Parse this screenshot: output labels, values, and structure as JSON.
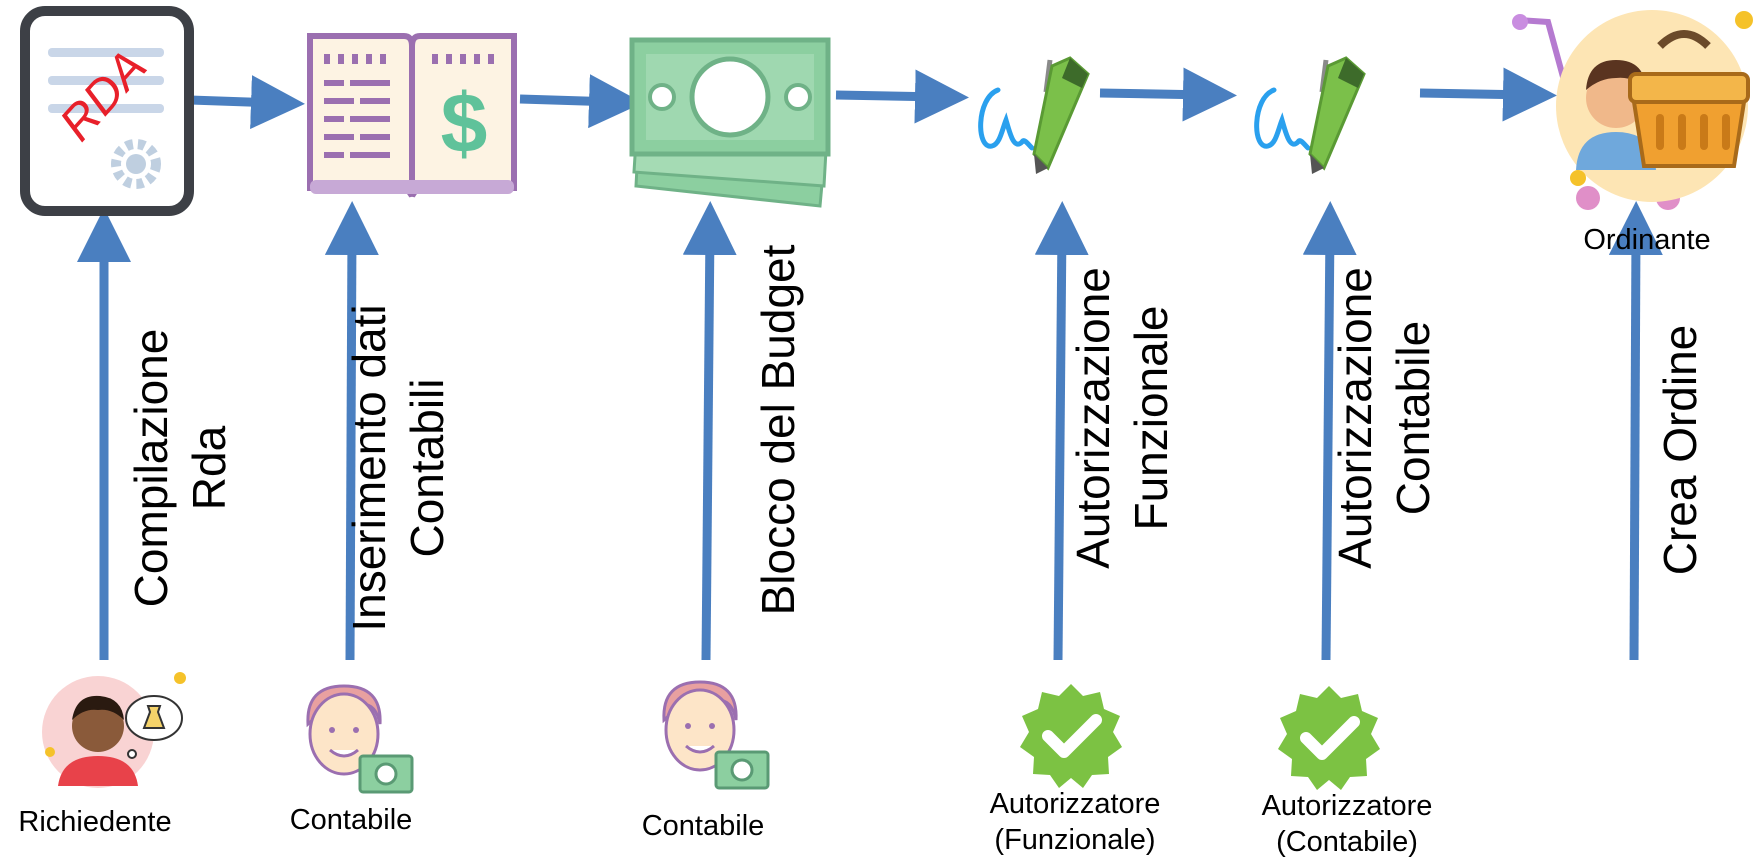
{
  "steps": [
    {
      "icon": "rda-document-icon",
      "actor": [
        "Richiedente"
      ],
      "action": [
        "Compilazione",
        "Rda"
      ],
      "doc_text": "RDA"
    },
    {
      "icon": "accounting-book-icon",
      "actor": [
        "Contabile"
      ],
      "action": [
        "Inserimento dati",
        "Contabili"
      ]
    },
    {
      "icon": "banknotes-icon",
      "actor": [
        "Contabile"
      ],
      "action": [
        "Blocco del Budget"
      ]
    },
    {
      "icon": "signature-pen-icon",
      "actor": [
        "Autorizzatore",
        "(Funzionale)"
      ],
      "action": [
        "Autorizzazione",
        "Funzionale"
      ]
    },
    {
      "icon": "signature-pen-icon",
      "actor": [
        "Autorizzatore",
        "(Contabile)"
      ],
      "action": [
        "Autorizzazione",
        "Contabile"
      ]
    },
    {
      "icon": "shopping-basket-person-icon",
      "actor": [
        "Ordinante"
      ],
      "action": [
        "Crea Ordine"
      ]
    }
  ],
  "colors": {
    "arrow": "#4a7fc0",
    "rda_red": "#e8202a",
    "money_green": "#8ccfa0",
    "check_green": "#7cc243",
    "book_purple": "#9b6fb0",
    "pen_green": "#6ab04c",
    "signature_blue": "#2aa0ee",
    "basket_orange": "#f0a030"
  }
}
